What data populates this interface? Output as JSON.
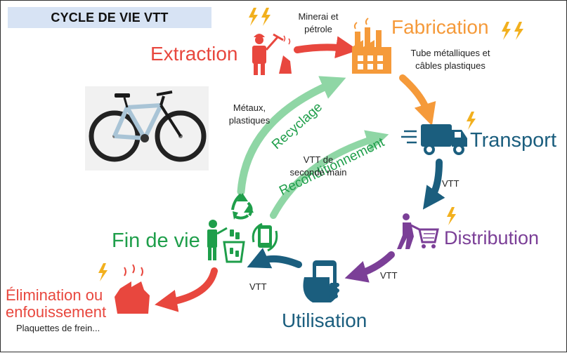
{
  "title": "CYCLE DE VIE VTT",
  "stages": {
    "extraction": "Extraction",
    "fabrication": "Fabrication",
    "transport": "Transport",
    "distribution": "Distribution",
    "utilisation": "Utilisation",
    "fin_de_vie": "Fin de vie",
    "elimination_line1": "Élimination ou",
    "elimination_line2": "enfouissement"
  },
  "loops": {
    "recyclage": "Recyclage",
    "reconditionnement": "Reconditionnement"
  },
  "notes": {
    "minerai_line1": "Minerai et",
    "minerai_line2": "pétrole",
    "tube_line1": "Tube métalliques et",
    "tube_line2": "câbles plastiques",
    "metaux_line1": "Métaux,",
    "metaux_line2": "plastiques",
    "vtt_occasion_line1": "VTT de",
    "vtt_occasion_line2": "seconde main",
    "vtt_transport": "VTT",
    "vtt_distribution": "VTT",
    "vtt_utilisation": "VTT",
    "plaquettes": "Plaquettes de frein..."
  },
  "colors": {
    "red": "#e8473e",
    "orange": "#f59a3a",
    "blue": "#1b5e7e",
    "purple": "#7b3f97",
    "green": "#1e9e4a",
    "light_green": "#8fd6a5",
    "lightning": "#f2b01e",
    "title_bg": "#d7e3f4"
  },
  "icons": {
    "extraction": "miner-icon",
    "fabrication": "factory-icon",
    "transport": "delivery-truck-icon",
    "distribution": "shopping-cart-icon",
    "utilisation": "smartphone-hand-icon",
    "fin_de_vie": "trash-bin-icon",
    "recyclage": "recycle-icon",
    "reconditionnement": "phone-refresh-icon",
    "elimination": "waste-bags-icon",
    "energy": "lightning-icon",
    "product": "mountain-bike-image"
  }
}
